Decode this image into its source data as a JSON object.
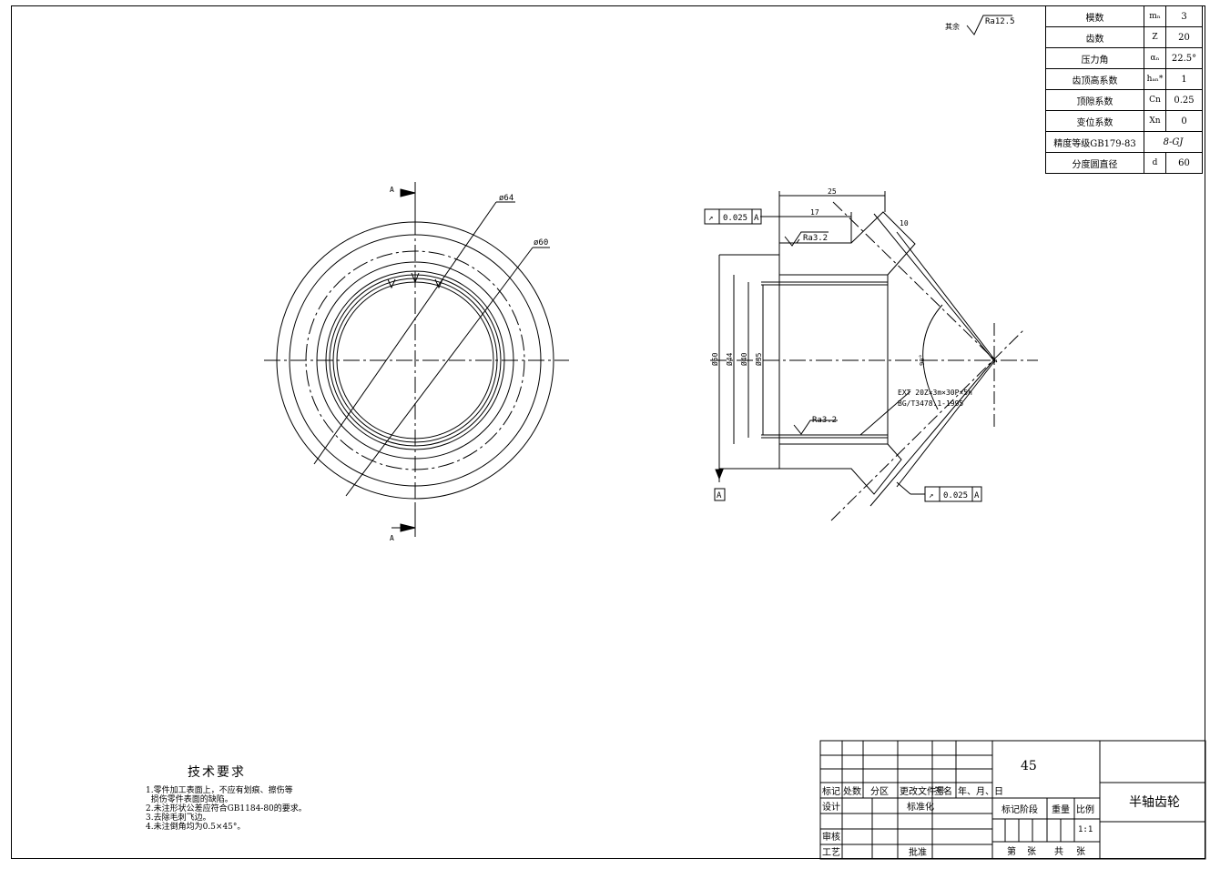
{
  "surface_finish": {
    "prefix": "其余",
    "value": "Ra12.5"
  },
  "params": [
    {
      "name": "模数",
      "symbol": "mₙ",
      "value": "3"
    },
    {
      "name": "齿数",
      "symbol": "Z",
      "value": "20"
    },
    {
      "name": "压力角",
      "symbol": "αₙ",
      "value": "22.5°"
    },
    {
      "name": "齿顶高系数",
      "symbol": "hₐₙ*",
      "value": "1"
    },
    {
      "name": "顶隙系数",
      "symbol": "Cn",
      "value": "0.25"
    },
    {
      "name": "变位系数",
      "symbol": "Xn",
      "value": "0"
    },
    {
      "name": "精度等级GB179-83",
      "symbol": "",
      "value": "8-GJ"
    },
    {
      "name": "分度圆直径",
      "symbol": "d",
      "value": "60"
    }
  ],
  "front_view": {
    "section_mark_top": "A",
    "section_mark_bottom": "A",
    "dia1": "ø64",
    "dia2": "ø60"
  },
  "section_view": {
    "dims": {
      "top_width": "25",
      "inner_width": "17",
      "tooth_width": "10",
      "d50": "Ø50",
      "d44": "Ø44",
      "d40": "Ø40",
      "d35": "Ø35",
      "angle": "90°"
    },
    "tol_top": {
      "symbol": "↗",
      "value": "0.025",
      "datum": "A"
    },
    "tol_bottom": {
      "symbol": "↗",
      "value": "0.025",
      "datum": "A"
    },
    "rough_top": "Ra3.2",
    "rough_inner": "Ra3.2",
    "spline_note_1": "EXT 20Z×3m×30P×5h",
    "spline_note_2": "BG/T3478.1-1995",
    "datum_label": "A"
  },
  "tech_req": {
    "title": "技术要求",
    "lines": [
      "1.零件加工表面上，不应有划痕、擦伤等",
      "  损伤零件表面的缺陷。",
      "2.未注形状公差应符合GB1184-80的要求。",
      "3.去除毛刺飞边。",
      "4.未注倒角均为0.5×45°。"
    ]
  },
  "title_block": {
    "material": "45",
    "part_name": "半轴齿轮",
    "col_labels": [
      "标记",
      "处数",
      "分区",
      "更改文件号",
      "签名",
      "年、月、日"
    ],
    "design": "设计",
    "standardize": "标准化",
    "review": "审核",
    "process": "工艺",
    "approve": "批准",
    "stage": "标记阶段",
    "weight": "重量",
    "scale_label": "比例",
    "scale": "1:1",
    "sheet": "第",
    "sheet_unit": "张",
    "total": "共",
    "total_unit": "张"
  }
}
